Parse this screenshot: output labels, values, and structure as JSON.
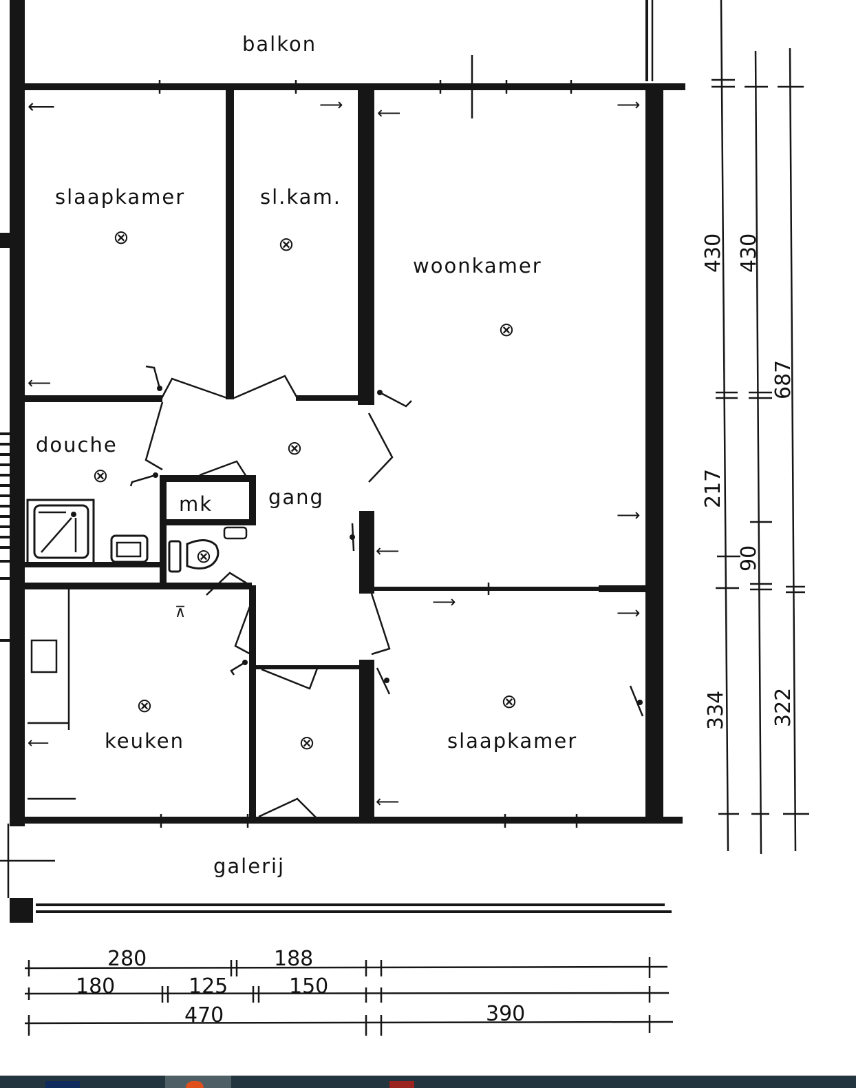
{
  "plan": {
    "outside_labels": {
      "top": "balkon",
      "bottom": "galerij"
    },
    "rooms": [
      {
        "id": "bedroom-1",
        "label": "slaapkamer"
      },
      {
        "id": "bedroom-2",
        "label": "sl.kam."
      },
      {
        "id": "living-room",
        "label": "woonkamer"
      },
      {
        "id": "shower",
        "label": "douche"
      },
      {
        "id": "meter-cupboard",
        "label": "mk"
      },
      {
        "id": "hallway",
        "label": "gang"
      },
      {
        "id": "kitchen",
        "label": "keuken"
      },
      {
        "id": "bedroom-3",
        "label": "slaapkamer"
      }
    ],
    "dimensions_right": {
      "col1": [
        "430",
        "217",
        "90",
        "334"
      ],
      "col2": [
        "430",
        "322"
      ],
      "col3": [
        "687"
      ]
    },
    "dimensions_bottom": {
      "row1": [
        "280",
        "188"
      ],
      "row2": [
        "180",
        "125",
        "150"
      ],
      "row3": [
        "470",
        "390"
      ]
    },
    "symbols": {
      "ceiling_light": "⊗"
    }
  },
  "taskbar": {
    "colors": {
      "background": "#23363f",
      "active_tab": "#4f5f66",
      "icon_1": "#0f2a5c",
      "icon_2": "#e0501c",
      "icon_3": "#9c2420"
    }
  }
}
